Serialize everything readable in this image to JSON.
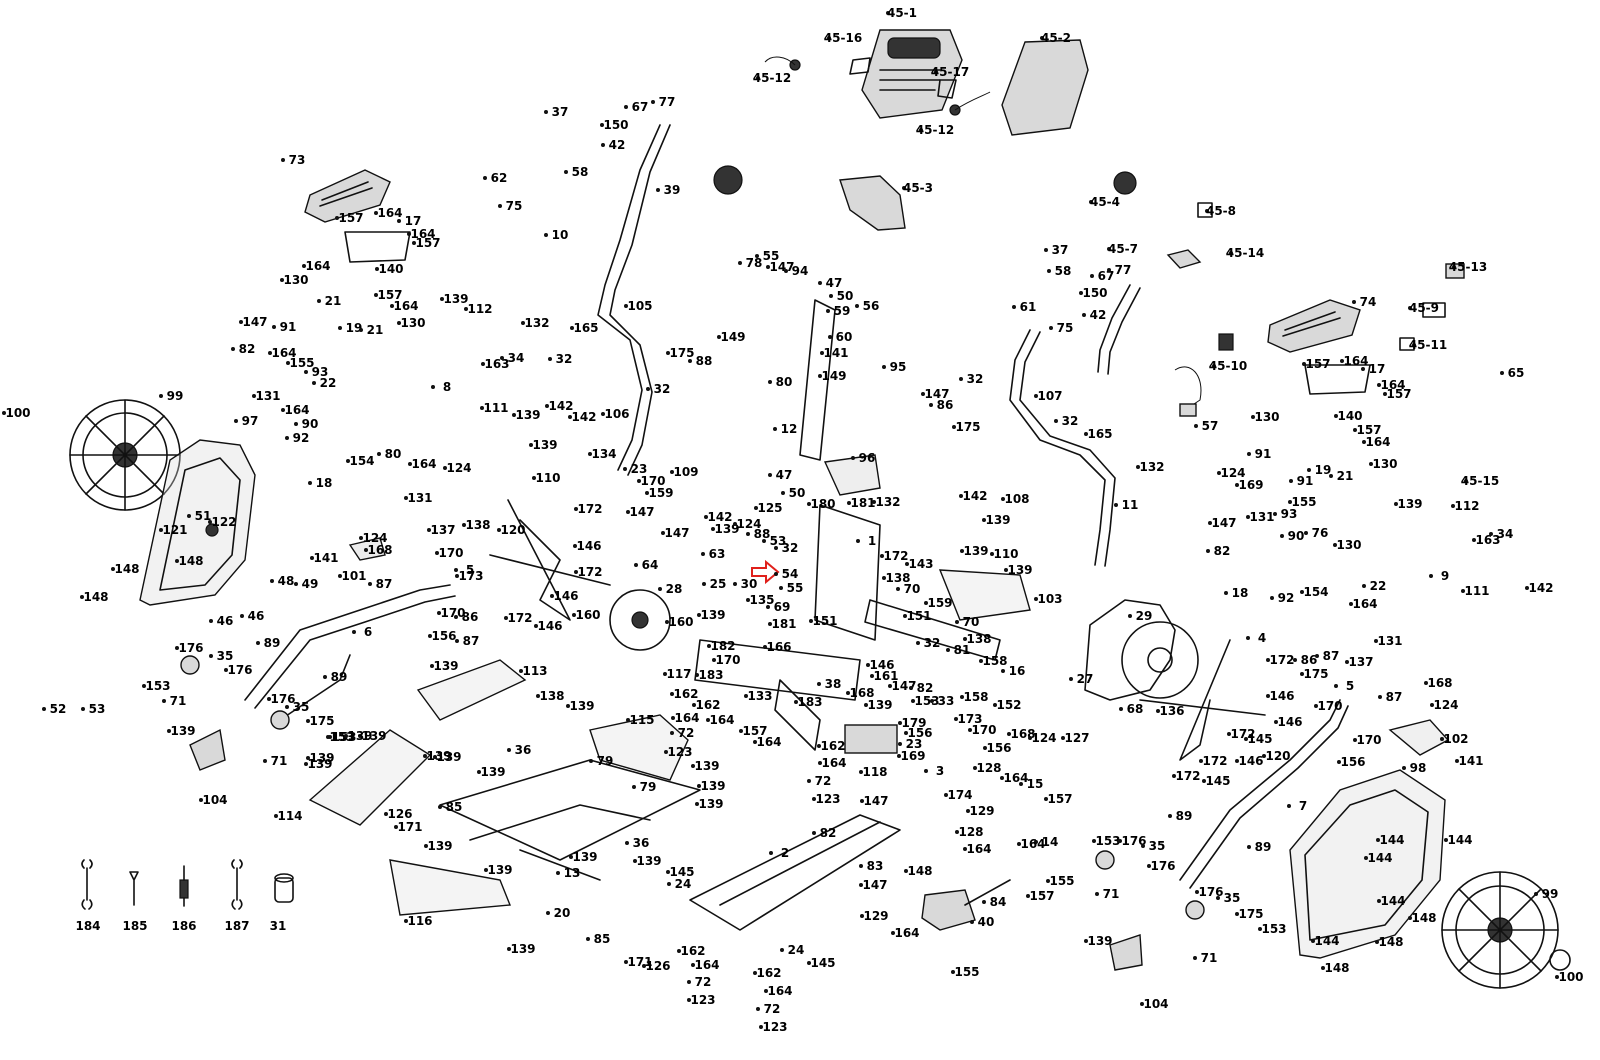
{
  "callouts": {
    "c45_1": "45-1",
    "c45_16": "45-16",
    "c45_12a": "45-12",
    "c45_17": "45-17",
    "c45_12b": "45-12",
    "c45_2": "45-2",
    "c45_3": "45-3",
    "c45_4": "45-4",
    "c45_8": "45-8",
    "c45_7": "45-7",
    "c45_14": "45-14",
    "c45_13": "45-13",
    "c45_9": "45-9",
    "c45_10": "45-10",
    "c45_11": "45-11",
    "c45_15": "45-15",
    "c37a": "37",
    "c67a": "67",
    "c77a": "77",
    "c150a": "150",
    "c42a": "42",
    "c58a": "58",
    "c39a": "39",
    "c62": "62",
    "c75a": "75",
    "c10": "10",
    "c73": "73",
    "c157a": "157",
    "c164a": "164",
    "c17a": "17",
    "c164b": "164",
    "c157b": "157",
    "c140a": "140",
    "c130a": "130",
    "c164c": "164",
    "c157c": "157",
    "c164d": "164",
    "c21a": "21",
    "c147a": "147",
    "c91a": "91",
    "c19a": "19",
    "c21b": "21",
    "c130b": "130",
    "c82a": "82",
    "c164e": "164",
    "c155a": "155",
    "c93a": "93",
    "c22a": "22",
    "c131a": "131",
    "c164f": "164",
    "c100a": "100",
    "c99a": "99",
    "c97": "97",
    "c92a": "92",
    "c90a": "90",
    "c154a": "154",
    "c80a": "80",
    "c164g": "164",
    "c124a": "124",
    "c18a": "18",
    "c131b": "131",
    "c139a": "139",
    "c112a": "112",
    "c163a": "163",
    "c34a": "34",
    "c8": "8",
    "c111a": "111",
    "c139b": "139",
    "c142a": "142",
    "c132a": "132",
    "c165a": "165",
    "c32a": "32",
    "c105": "105",
    "c175a": "175",
    "c88a": "88",
    "c32b": "32",
    "c142b": "142",
    "c106": "106",
    "c139c": "139",
    "c110a": "110",
    "c134a": "134",
    "c23a": "23",
    "c170a": "170",
    "c159a": "159",
    "c109a": "109",
    "c142c": "142",
    "c139d": "139",
    "c78": "78",
    "c55": "55",
    "c147b": "147",
    "c94": "94",
    "c47a": "47",
    "c50a": "50",
    "c59": "59",
    "c56": "56",
    "c149a": "149",
    "c60a": "60",
    "c141a": "141",
    "c95": "95",
    "c149b": "149",
    "c80b": "80",
    "c12": "12",
    "c147c": "147",
    "c86": "86",
    "c32c": "32",
    "c175b": "175",
    "c96": "96",
    "c47b": "47",
    "c50b": "50",
    "c37b": "37",
    "c58b": "58",
    "c67b": "67",
    "c77b": "77",
    "c150b": "150",
    "c42b": "42",
    "c61": "61",
    "c75b": "75",
    "c107": "107",
    "c32d": "32",
    "c165b": "165",
    "c132b": "132",
    "c142d": "142",
    "c108": "108",
    "c11": "11",
    "c139e": "139",
    "c110b": "110",
    "c74": "74",
    "c157d": "157",
    "c164h": "164",
    "c17b": "17",
    "c164i": "164",
    "c157e": "157",
    "c140b": "140",
    "c65": "65",
    "c57": "57",
    "c130c": "130",
    "c157f": "157",
    "c164j": "164",
    "c91b": "91",
    "c124b": "124",
    "c169a": "169",
    "c19b": "19",
    "c21c": "21",
    "c130d": "130",
    "c91c": "91",
    "c155b": "155",
    "c93b": "93",
    "c147d": "147",
    "c131c": "131",
    "c90b": "90",
    "c76a": "76",
    "c130e": "130",
    "c82b": "82",
    "c18b": "18",
    "c92b": "92",
    "c154b": "154",
    "c22b": "22",
    "c164k": "164",
    "c131d": "131",
    "c9": "9",
    "c139f": "139",
    "c112b": "112",
    "c163b": "163",
    "c34b": "34",
    "c111b": "111",
    "c142e": "142",
    "c121": "121",
    "c51": "51",
    "c122": "122",
    "c148a": "148",
    "c148b": "148",
    "c148c": "148",
    "c141b": "141",
    "c101": "101",
    "c124c": "124",
    "c168a": "168",
    "c87a": "87",
    "c137a": "137",
    "c170b": "170",
    "c5a": "5",
    "c173a": "173",
    "c170c": "170",
    "c86b": "86",
    "c156a": "156",
    "c87b": "87",
    "c48": "48",
    "c49": "49",
    "c46a": "46",
    "c46b": "46",
    "c138a": "138",
    "c120a": "120",
    "c172a": "172",
    "c146a": "146",
    "c172b": "172",
    "c146b": "146",
    "c172c": "172",
    "c146c": "146",
    "c160a": "160",
    "c160b": "160",
    "c28": "28",
    "c147e": "147",
    "c64": "64",
    "c147f": "147",
    "c63": "63",
    "c25": "25",
    "c139g": "139",
    "c124d": "124",
    "c88b": "88",
    "c30": "30",
    "c53a": "53",
    "c32e": "32",
    "c125": "125",
    "c180": "180",
    "c181a": "181",
    "c132c": "132",
    "c1": "1",
    "c54": "54",
    "c55b": "55",
    "c69": "69",
    "c135": "135",
    "c181b": "181",
    "c151": "151",
    "c172d": "172",
    "c143": "143",
    "c138b": "138",
    "c70a": "70",
    "c151b": "151",
    "c159b": "159",
    "c70b": "70",
    "c138c": "138",
    "c32f": "32",
    "c81": "81",
    "c158a": "158",
    "c16": "16",
    "c158b": "158",
    "c152": "152",
    "c168b": "168",
    "c124e": "124",
    "c127": "127",
    "c182": "182",
    "c170d": "170",
    "c166": "166",
    "c117": "117",
    "c183a": "183",
    "c133": "133",
    "c183b": "183",
    "c38": "38",
    "c146d": "146",
    "c161": "161",
    "c147g": "147",
    "c162a": "162",
    "c82c": "82",
    "c168c": "168",
    "c139h": "139",
    "c118": "118",
    "c164l": "164",
    "c162b": "162",
    "c123a": "123",
    "c72a": "72",
    "c164m": "164",
    "c157g": "157",
    "c164n": "164",
    "c162c": "162",
    "c164o": "164",
    "c72b": "72",
    "c123b": "123",
    "c139i": "139",
    "c139j": "139",
    "c103": "103",
    "c139k": "139",
    "c6": "6",
    "c89a": "89",
    "c89b": "89",
    "c176a": "176",
    "c35a": "35",
    "c153a": "153",
    "c71a": "71",
    "c176b": "176",
    "c176c": "176",
    "c35b": "35",
    "c175c": "175",
    "c153b": "153",
    "c139l": "139",
    "c71b": "71",
    "c139m": "139",
    "c104a": "104",
    "c52": "52",
    "c53b": "53",
    "c139n": "139",
    "c113": "113",
    "c138d": "138",
    "c139o": "139",
    "c115": "115",
    "c139p": "139",
    "c36a": "36",
    "c139q": "139",
    "c79a": "79",
    "c79b": "79",
    "c153c": "153",
    "c139r": "139",
    "c114": "114",
    "c139s": "139",
    "c139t": "139",
    "c126a": "126",
    "c171a": "171",
    "c85a": "85",
    "c139u": "139",
    "c139v": "139",
    "c139w": "139",
    "c139x": "139",
    "c13": "13",
    "c139y": "139",
    "c36b": "36",
    "c139z": "139",
    "c139aa": "139",
    "c145a": "145",
    "c116": "116",
    "c139ab": "139",
    "c20": "20",
    "c85b": "85",
    "c171b": "171",
    "c126b": "126",
    "c24a": "24",
    "c162d": "162",
    "c164p": "164",
    "c72c": "72",
    "c123c": "123",
    "c162e": "162",
    "c164q": "164",
    "c72d": "72",
    "c123d": "123",
    "c24b": "24",
    "c145b": "145",
    "c2": "2",
    "c147h": "147",
    "c82d": "82",
    "c83": "83",
    "c147i": "147",
    "c129a": "129",
    "c164r": "164",
    "c148d": "148",
    "c40": "40",
    "c155c": "155",
    "c153d": "153",
    "c33a": "33",
    "c173b": "173",
    "c179": "179",
    "c156b": "156",
    "c23b": "23",
    "c170e": "170",
    "c156c": "156",
    "c169b": "169",
    "c3": "3",
    "c174": "174",
    "c128a": "128",
    "c164s": "164",
    "c15": "15",
    "c157h": "157",
    "c129b": "129",
    "c128b": "128",
    "c164t": "164",
    "c14": "14",
    "c164u": "164",
    "c84": "84",
    "c157i": "157",
    "c155d": "155",
    "c27": "27",
    "c29": "29",
    "c68": "68",
    "c4": "4",
    "c172e": "172",
    "c86c": "86",
    "c175d": "175",
    "c87c": "87",
    "c137b": "137",
    "c146e": "146",
    "c136": "136",
    "c146f": "146",
    "c172f": "172",
    "c145c": "145",
    "c120b": "120",
    "c172g": "172",
    "c146g": "146",
    "c172h": "172",
    "c145d": "145",
    "c5b": "5",
    "c170f": "170",
    "c87d": "87",
    "c168d": "168",
    "c124f": "124",
    "c102": "102",
    "c141c": "141",
    "c170g": "170",
    "c156d": "156",
    "c98": "98",
    "c7": "7",
    "c89c": "89",
    "c89d": "89",
    "c144a": "144",
    "c144b": "144",
    "c144c": "144",
    "c144d": "144",
    "c144e": "144",
    "c148e": "148",
    "c148f": "148",
    "c148g": "148",
    "c99b": "99",
    "c100b": "100",
    "c153e": "153",
    "c176d": "176",
    "c35c": "35",
    "c176e": "176",
    "c71c": "71",
    "c176f": "176",
    "c35d": "35",
    "c175e": "175",
    "c153f": "153",
    "c71d": "71",
    "c139ac": "139",
    "c104b": "104"
  },
  "tools": [
    {
      "label": "184",
      "icon": "wrench-icon"
    },
    {
      "label": "185",
      "icon": "hex-key-icon"
    },
    {
      "label": "186",
      "icon": "screwdriver-icon"
    },
    {
      "label": "187",
      "icon": "wrench-icon"
    },
    {
      "label": "31",
      "icon": "socket-icon"
    }
  ],
  "highlight_arrow": {
    "color": "#e0201b",
    "target_label": "54"
  }
}
